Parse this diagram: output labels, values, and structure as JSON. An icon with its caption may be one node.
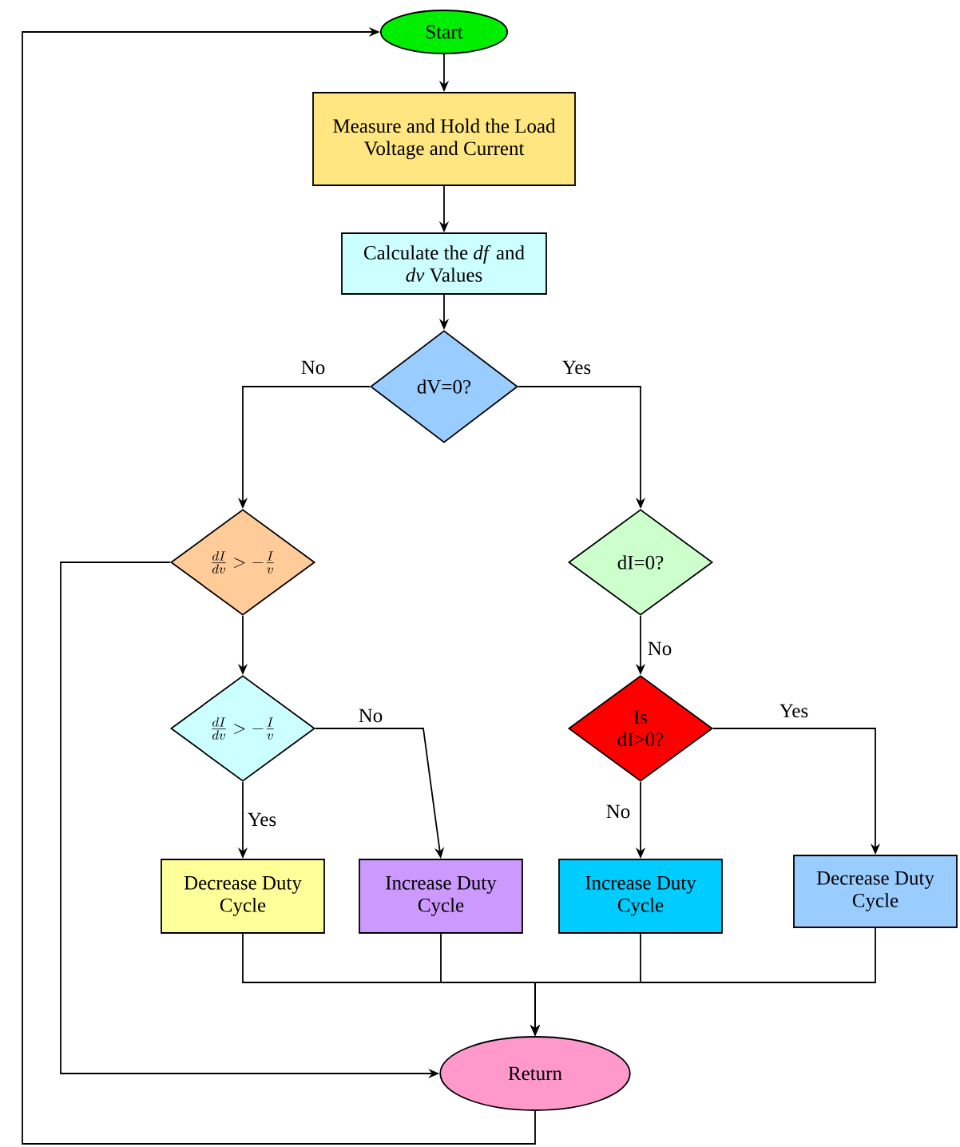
{
  "diagram": {
    "nodes": [
      {
        "text": [
          "Start"
        ]
      },
      {
        "text": [
          "Measure and Hold the Load Voltage and Current"
        ]
      },
      {
        "text": [
          "Calculate the *df* and *dv* Values"
        ]
      },
      {
        "text": [
          "dV=0?"
        ]
      },
      {
        "text": [
          "\\frac{dI}{dv} > -\\frac{I}{v}"
        ]
      },
      {
        "text": [
          "dI=0?"
        ]
      },
      {
        "text": [
          "\\frac{dI}{dv} > -\\frac{I}{v}"
        ]
      },
      {
        "text": [
          "Is dI>0?"
        ]
      },
      {
        "text": [
          "Decrease Duty Cycle"
        ]
      },
      {
        "text": [
          "Increase Duty Cycle"
        ]
      },
      {
        "text": [
          "Increase Duty Cycle"
        ]
      },
      {
        "text": [
          "Decrease Duty Cycle"
        ]
      },
      {
        "text": [
          "Return"
        ]
      }
    ],
    "edges": [
      {
        "from": 0,
        "to": 1,
        "arrow": "to"
      },
      {
        "from": 1,
        "to": 2,
        "arrow": "to"
      },
      {
        "from": 2,
        "to": 3,
        "arrow": "to"
      },
      {
        "from": 3,
        "to": 4,
        "arrow": "to",
        "label": "No"
      },
      {
        "from": 3,
        "to": 5,
        "arrow": "to",
        "label": "Yes"
      },
      {
        "from": 4,
        "to": 6,
        "arrow": "to"
      },
      {
        "from": 4,
        "to": 12,
        "arrow": "to"
      },
      {
        "from": 5,
        "to": 7,
        "arrow": "to",
        "label": "No"
      },
      {
        "from": 6,
        "to": 8,
        "arrow": "to",
        "label": "Yes"
      },
      {
        "from": 6,
        "to": 9,
        "arrow": "to",
        "label": "No"
      },
      {
        "from": 7,
        "to": 10,
        "arrow": "to",
        "label": "No"
      },
      {
        "from": 7,
        "to": 11,
        "arrow": "to",
        "label": "Yes"
      },
      {
        "from": 8,
        "to": 12,
        "arrow": "to"
      },
      {
        "from": 9,
        "to": 12,
        "arrow": "to"
      },
      {
        "from": 10,
        "to": 12,
        "arrow": "to"
      },
      {
        "from": 11,
        "to": 12,
        "arrow": "to"
      },
      {
        "from": 12,
        "to": 0,
        "arrow": "to"
      }
    ]
  }
}
